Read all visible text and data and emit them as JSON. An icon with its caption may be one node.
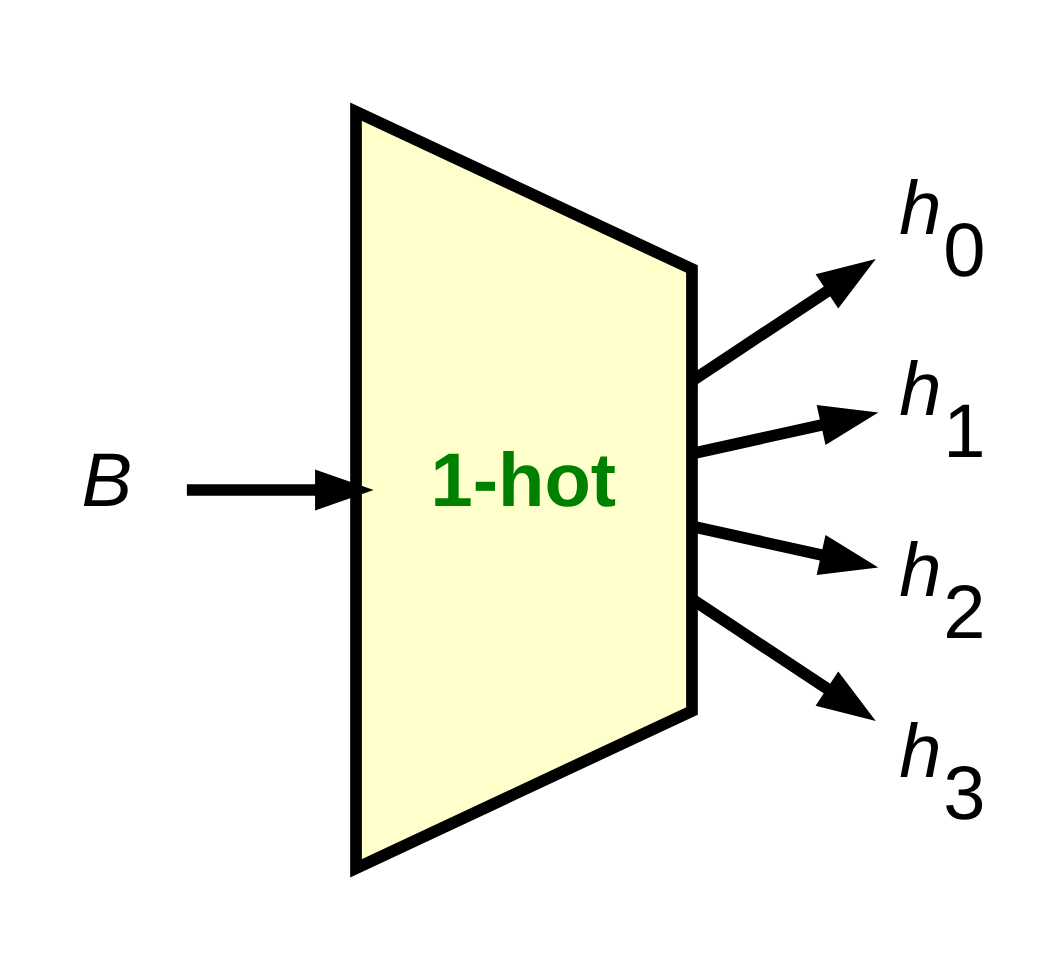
{
  "diagram": {
    "nodes": [
      {
        "text": [
          "*B*"
        ]
      },
      {
        "text": [
          "1-hot"
        ]
      },
      {
        "text": [
          "*h*$_{0}$"
        ]
      },
      {
        "text": [
          "*h*$_{1}$"
        ]
      },
      {
        "text": [
          "*h*$_{2}$"
        ]
      },
      {
        "text": [
          "*h*$_{3}$"
        ]
      }
    ],
    "edges": [
      {
        "from": 0,
        "to": 1,
        "arrow": "to"
      },
      {
        "from": 1,
        "to": 2,
        "arrow": "to"
      },
      {
        "from": 1,
        "to": 3,
        "arrow": "to"
      },
      {
        "from": 1,
        "to": 4,
        "arrow": "to"
      },
      {
        "from": 1,
        "to": 5,
        "arrow": "to"
      }
    ]
  }
}
